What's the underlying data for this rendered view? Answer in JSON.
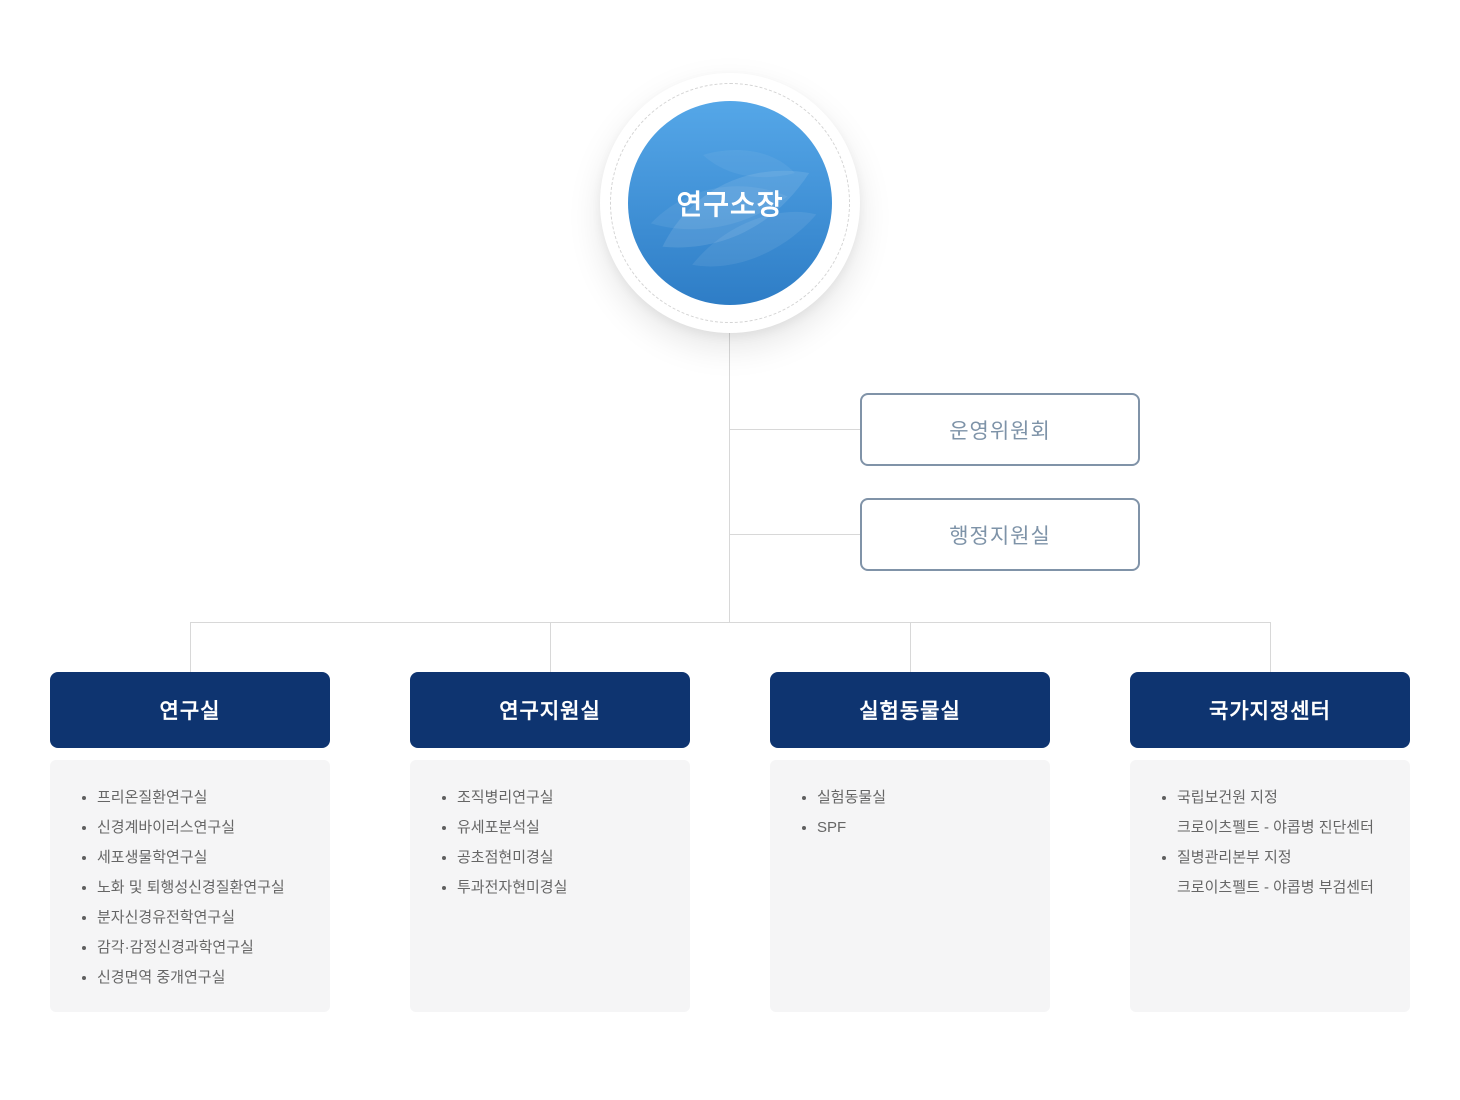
{
  "director": {
    "label": "연구소장"
  },
  "committees": [
    {
      "label": "운영위원회"
    },
    {
      "label": "행정지원실"
    }
  ],
  "columns": [
    {
      "title": "연구실",
      "items": [
        "프리온질환연구실",
        "신경계바이러스연구실",
        "세포생물학연구실",
        "노화 및 퇴행성신경질환연구실",
        "분자신경유전학연구실",
        "감각·감정신경과학연구실",
        "신경면역 중개연구실"
      ]
    },
    {
      "title": "연구지원실",
      "items": [
        "조직병리연구실",
        "유세포분석실",
        "공초점현미경실",
        "투과전자현미경실"
      ]
    },
    {
      "title": "실험동물실",
      "items": [
        "실험동물실",
        "SPF"
      ]
    },
    {
      "title": "국가지정센터",
      "items": [
        [
          "국립보건원 지정",
          "크로이츠펠트 - 야콥병 진단센터"
        ],
        [
          "질병관리본부 지정",
          "크로이츠펠트 - 야콥병 부검센터"
        ]
      ]
    }
  ],
  "colors": {
    "navy": "#0e3470",
    "circle-top": "#55a7e8",
    "circle-bottom": "#2e7dc6",
    "slate": "#8093a8",
    "slate-text": "#7e93a8",
    "line": "#d8d8d8",
    "panel-bg": "#f5f5f6",
    "item-text": "#666666"
  }
}
